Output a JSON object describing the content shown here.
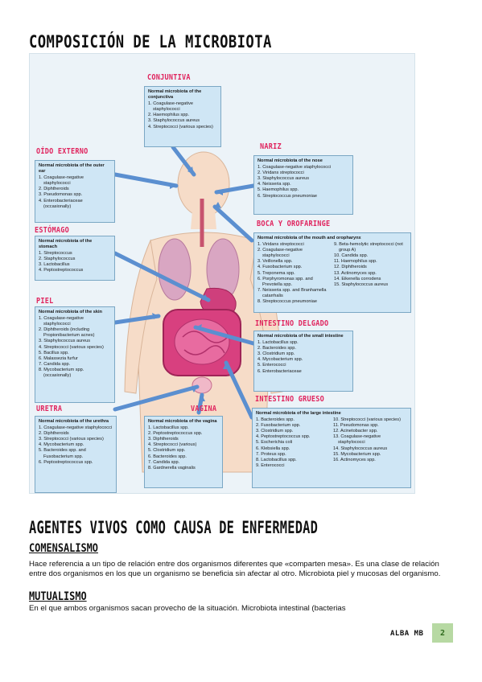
{
  "page_title": "COMPOSICIÓN DE LA MICROBIOTA",
  "labels": {
    "conjuntiva": "CONJUNTIVA",
    "oido": "OÍDO EXTERNO",
    "nariz": "NARIZ",
    "boca": "BOCA Y OROFARINGE",
    "estomago": "ESTÓMAGO",
    "piel": "PIEL",
    "intestino_delgado": "INTESTINO DELGADO",
    "uretra": "URETRA",
    "vagina": "VAGINA",
    "intestino_grueso": "INTESTINO GRUESO"
  },
  "boxes": {
    "conjunctiva": {
      "title": "Normal microbiota of the conjunctiva",
      "items": [
        "1. Coagulase-negative staphylococci",
        "2. Haemophilus spp.",
        "3. Staphylococcus aureus",
        "4. Streptococci (various species)"
      ]
    },
    "ear": {
      "title": "Normal microbiota of the outer ear",
      "items": [
        "1. Coagulase-negative staphylococci",
        "2. Diphtheroids",
        "3. Pseudomonas spp.",
        "4. Enterobacteriaceae (occasionally)"
      ]
    },
    "nose": {
      "title": "Normal microbiota of the nose",
      "items": [
        "1. Coagulase-negative staphylococci",
        "2. Viridans streptococci",
        "3. Staphylococcus aureus",
        "4. Neisseria spp.",
        "5. Haemophilus spp.",
        "6. Streptococcus pneumoniae"
      ]
    },
    "mouth": {
      "title": "Normal microbiota of the mouth and oropharynx",
      "col1": [
        "1. Viridans streptococci",
        "2. Coagulase-negative staphylococci",
        "3. Veillonella spp.",
        "4. Fusobacterium spp.",
        "5. Treponema spp.",
        "6. Porphyromonas spp. and Prevotella spp.",
        "7. Neisseria spp. and Branhamella catarrhalis",
        "8. Streptococcus pneumoniae"
      ],
      "col2": [
        "9. Beta-hemolytic streptococci (not group A)",
        "10. Candida spp.",
        "11. Haemophilus spp.",
        "12. Diphtheroids",
        "13. Actinomyces spp.",
        "14. Eikenella corrodens",
        "15. Staphylococcus aureus"
      ]
    },
    "stomach": {
      "title": "Normal microbiota of the stomach",
      "items": [
        "1. Streptococcus",
        "2. Staphylococcus",
        "3. Lactobacillus",
        "4. Peptostreptococcus"
      ]
    },
    "skin": {
      "title": "Normal microbiota of the skin",
      "items": [
        "1. Coagulase-negative staphylococci",
        "2. Diphtheroids (including Propionibacterium acnes)",
        "3. Staphylococcus aureus",
        "4. Streptococci (various species)",
        "5. Bacillus spp.",
        "6. Malassezia furfur",
        "7. Candida spp.",
        "8. Mycobacterium spp. (occasionally)"
      ]
    },
    "small_intestine": {
      "title": "Normal microbiota of the small intestine",
      "items": [
        "1. Lactobacillus spp.",
        "2. Bacteroides spp.",
        "3. Clostridium spp.",
        "4. Mycobacterium spp.",
        "5. Enterococci",
        "6. Enterobacteriaceae"
      ]
    },
    "urethra": {
      "title": "Normal microbiota of the urethra",
      "items": [
        "1. Coagulase-negative staphylococci",
        "2. Diphtheroids",
        "3. Streptococci (various species)",
        "4. Mycobacterium spp.",
        "5. Bacteroides spp. and Fusobacterium spp.",
        "6. Peptostreptococcus spp."
      ]
    },
    "vagina": {
      "title": "Normal microbiota of the vagina",
      "items": [
        "1. Lactobacillus spp.",
        "2. Peptostreptococcus spp.",
        "3. Diphtheroids",
        "4. Streptococci (various)",
        "5. Clostridium spp.",
        "6. Bacteroides spp.",
        "7. Candida spp.",
        "8. Gardnerella vaginalis"
      ]
    },
    "large_intestine": {
      "title": "Normal microbiota of the large intestine",
      "col1": [
        "1. Bacteroides spp.",
        "2. Fusobacterium spp.",
        "3. Clostridium spp.",
        "4. Peptostreptococcus spp.",
        "5. Escherichia coli",
        "6. Klebsiella spp.",
        "7. Proteus spp.",
        "8. Lactobacillus spp.",
        "9. Enterococci"
      ],
      "col2": [
        "10. Streptococci (various species)",
        "11. Pseudomonas spp.",
        "12. Acinetobacter spp.",
        "13. Coagulase-negative staphylococci",
        "14. Staphylococcus aureus",
        "15. Mycobacterium spp.",
        "16. Actinomyces spp."
      ]
    }
  },
  "section2": {
    "title": "AGENTES VIVOS COMO CAUSA DE ENFERMEDAD",
    "comensalismo_heading": "COMENSALISMO",
    "comensalismo_text": "Hace referencia a un tipo de relación entre dos organismos diferentes que «comparten mesa». Es una clase de relación entre dos organismos en los que un organismo se beneficia sin afectar al otro. Microbiota piel y mucosas del organismo.",
    "mutualismo_heading": "MUTUALISMO",
    "mutualismo_text": "En el que ambos organismos sacan provecho de la situación. Microbiota intestinal (bacterias"
  },
  "footer": {
    "author": "ALBA MB",
    "page": "2"
  },
  "colors": {
    "handwriting": "#e0245e",
    "box_fill": "#cfe6f5",
    "arrow": "#5b8fd0",
    "badge": "#b7d9a3"
  }
}
